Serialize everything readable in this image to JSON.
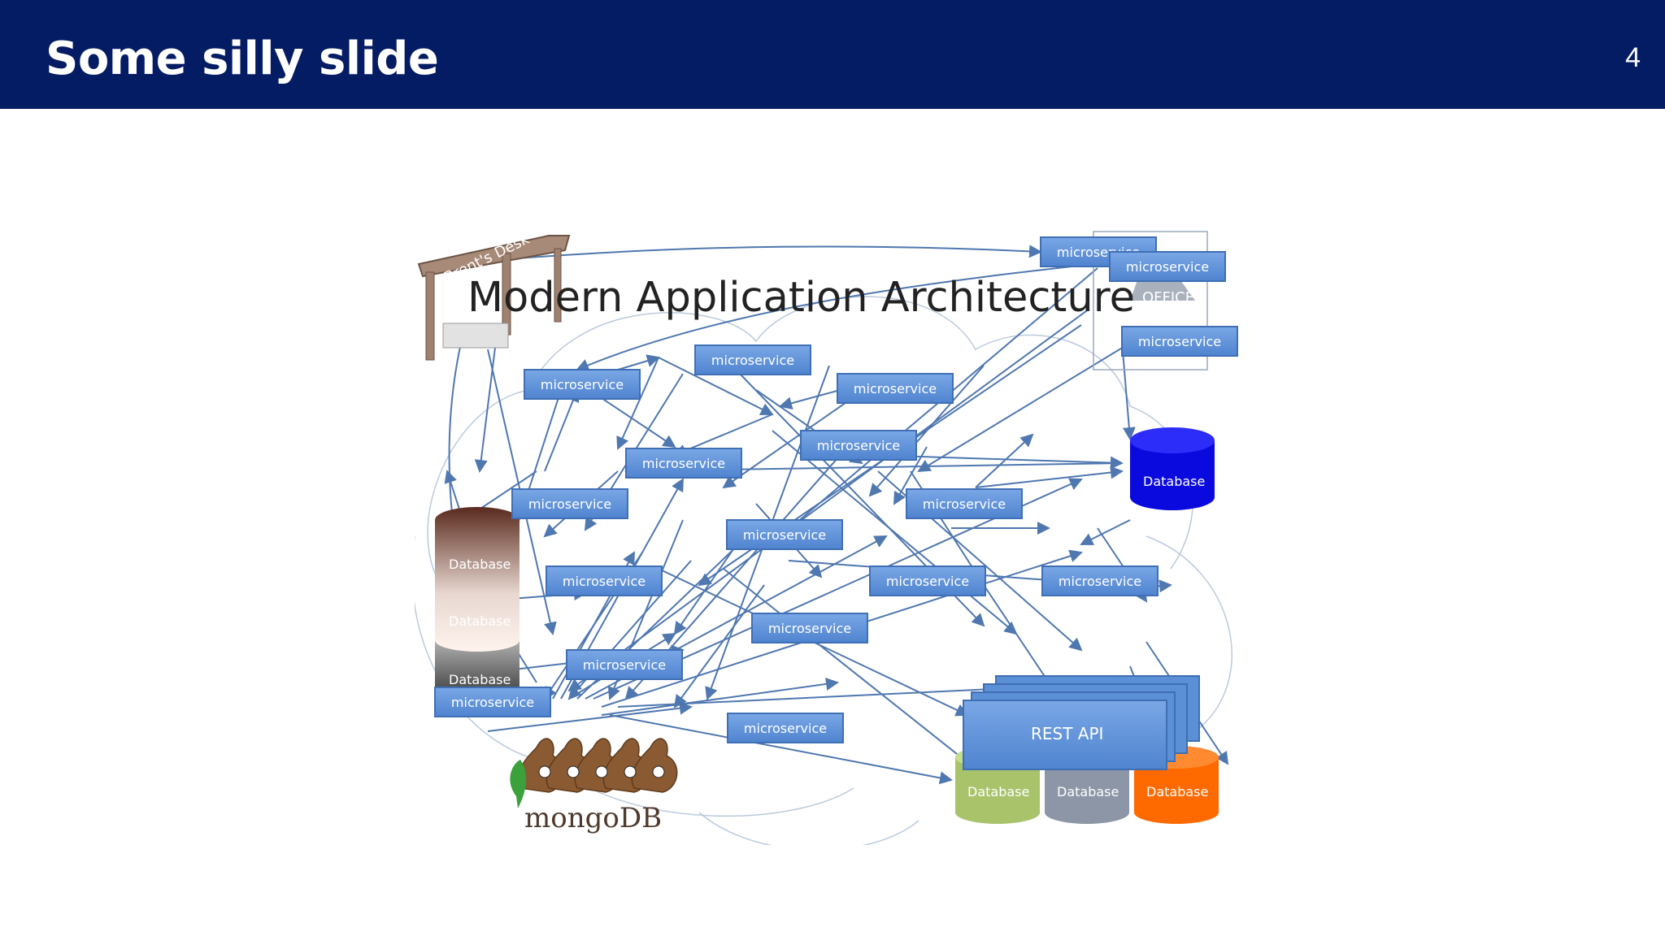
{
  "slide": {
    "title": "Some silly slide",
    "page_number": "4"
  },
  "diagram": {
    "title": "Modern Application Architecture",
    "desk_label": "Brent's Desk",
    "office_label": "OFFICE",
    "mongo_label": "mongoDB",
    "rest_api_label": "REST API",
    "microservice_label": "microservice",
    "database_label": "Database",
    "colors": {
      "service_fill": "#5b8fd6",
      "service_border": "#3f6fb5",
      "arrow": "#4f77b0",
      "database_blue": "#0a0adf",
      "database_green": "#a9c36b",
      "database_gray": "#8d96a6",
      "database_orange": "#ff6a00"
    }
  }
}
